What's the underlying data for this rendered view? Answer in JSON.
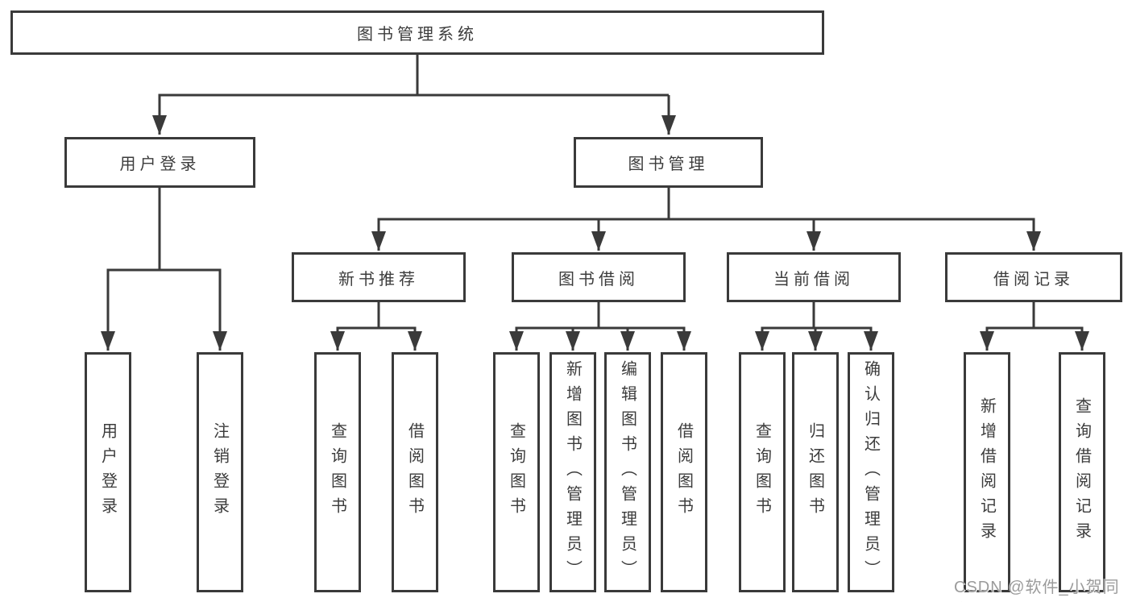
{
  "colors": {
    "line": "#3a3a3a",
    "node_border": "#3a3a3a",
    "node_text": "#3c3c3c",
    "background": "#ffffff",
    "watermark_text_color": "#9b9b9b"
  },
  "watermark": {
    "text": "CSDN @软件_小贺同学"
  },
  "diagram": {
    "root": {
      "label": "图书管理系统"
    },
    "branches": [
      {
        "label": "用户登录",
        "children": [
          {
            "label": "用户登录"
          },
          {
            "label": "注销登录"
          }
        ]
      },
      {
        "label": "图书管理",
        "children": [
          {
            "label": "新书推荐",
            "children": [
              {
                "label": "查询图书"
              },
              {
                "label": "借阅图书"
              }
            ]
          },
          {
            "label": "图书借阅",
            "children": [
              {
                "label": "查询图书"
              },
              {
                "label": "新增图书（管理员）"
              },
              {
                "label": "编辑图书（管理员）"
              },
              {
                "label": "借阅图书"
              }
            ]
          },
          {
            "label": "当前借阅",
            "children": [
              {
                "label": "查询图书"
              },
              {
                "label": "归还图书"
              },
              {
                "label": "确认归还（管理员）"
              }
            ]
          },
          {
            "label": "借阅记录",
            "children": [
              {
                "label": "新增借阅记录"
              },
              {
                "label": "查询借阅记录"
              }
            ]
          }
        ]
      }
    ]
  }
}
